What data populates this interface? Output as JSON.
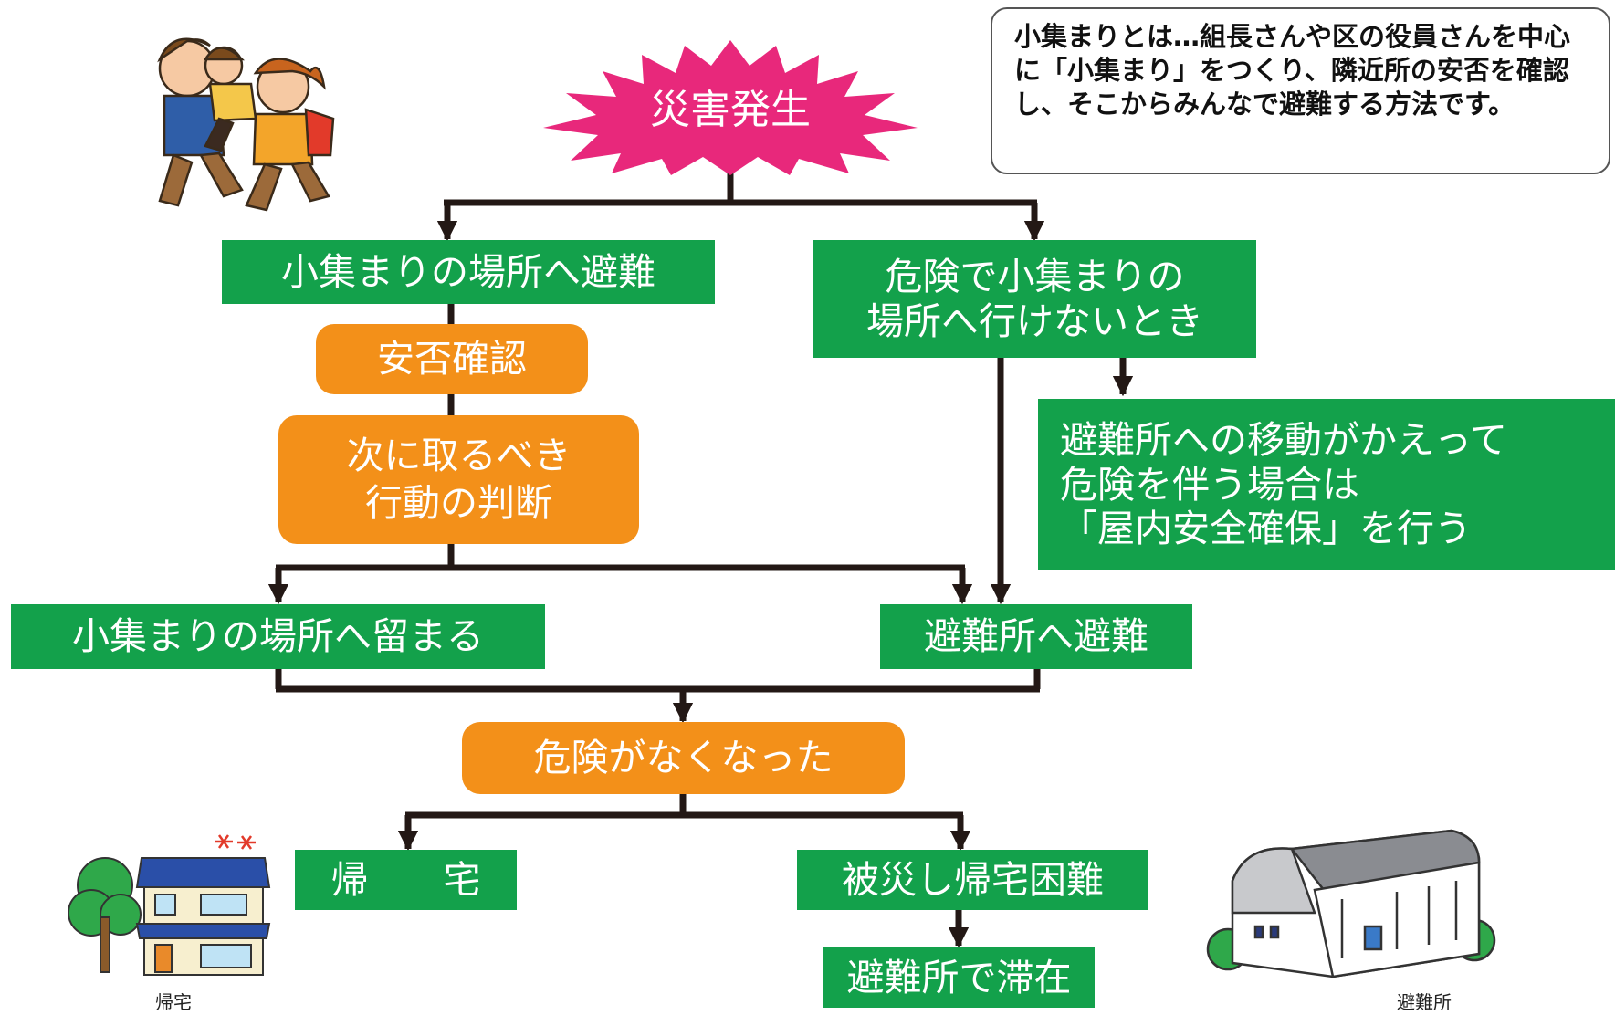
{
  "start": "災害発生",
  "note": "小集まりとは…組長さんや区の役員さんを中心に「小集まり」をつくり、隣近所の安否を確認し、そこからみんなで避難する方法です。",
  "left_branch": {
    "evacuate_to_group": "小集まりの場所へ避難",
    "safety_check": "安否確認",
    "decide_next": "次に取るべき\n行動の判断"
  },
  "right_branch": {
    "cannot_reach": "危険で小集まりの\n場所へ行けないとき",
    "indoor_safety": "避難所への移動がかえって\n危険を伴う場合は\n「屋内安全確保」を行う"
  },
  "stay_at_group": "小集まりの場所へ留まる",
  "evacuate_to_shelter": "避難所へ避難",
  "danger_gone": "危険がなくなった",
  "return_home": "帰　　宅",
  "cannot_return": "被災し帰宅困難",
  "stay_at_shelter": "避難所で滞在",
  "captions": {
    "home": "帰宅",
    "shelter": "避難所"
  },
  "colors": {
    "green": "#13a14b",
    "orange": "#f39019",
    "burst": "#e8287b",
    "line": "#231815"
  },
  "icons": [
    "family-running-illustration",
    "house-illustration",
    "shelter-building-illustration"
  ]
}
